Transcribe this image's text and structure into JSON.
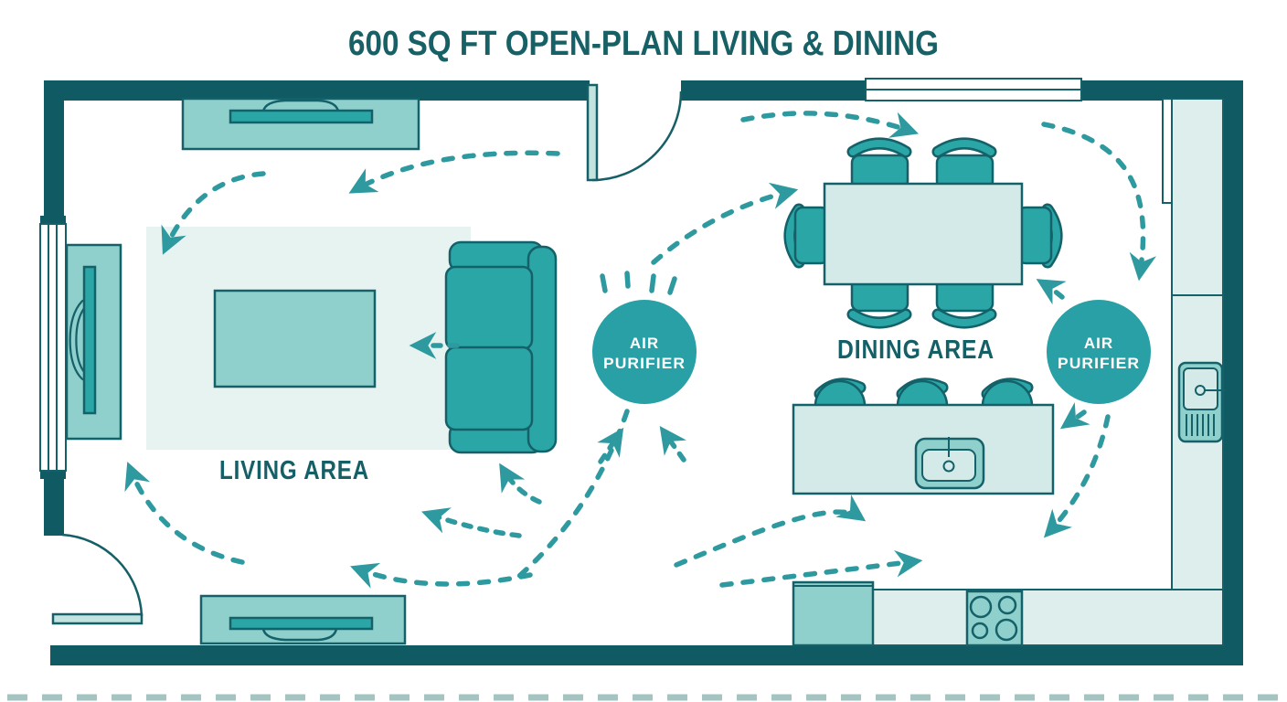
{
  "title": "600 SQ FT OPEN-PLAN LIVING & DINING",
  "rooms": {
    "living": {
      "label": "LIVING AREA"
    },
    "dining": {
      "label": "DINING AREA"
    }
  },
  "purifier_left": {
    "line1": "AIR",
    "line2": "PURIFIER"
  },
  "purifier_right": {
    "line1": "AIR",
    "line2": "PURIFIER"
  },
  "colors": {
    "wall": "#0f5a63",
    "arrow_accent": "#2e9aa0",
    "furniture_strong": "#2aa6a6",
    "furniture_light": "#90d0cc",
    "surface_light": "#d3eae8",
    "rug": "#e7f3f1",
    "purifier_fill": "#28a0a5",
    "label_text": "#155f66",
    "background": "#ffffff"
  },
  "furniture": [
    "media-console-top",
    "media-console-bottom",
    "tv-unit-left",
    "rug",
    "coffee-table",
    "sofa",
    "dining-table",
    "dining-chairs",
    "kitchen-island",
    "bar-stools",
    "sink",
    "refrigerator",
    "cooktop",
    "kitchen-counter"
  ]
}
